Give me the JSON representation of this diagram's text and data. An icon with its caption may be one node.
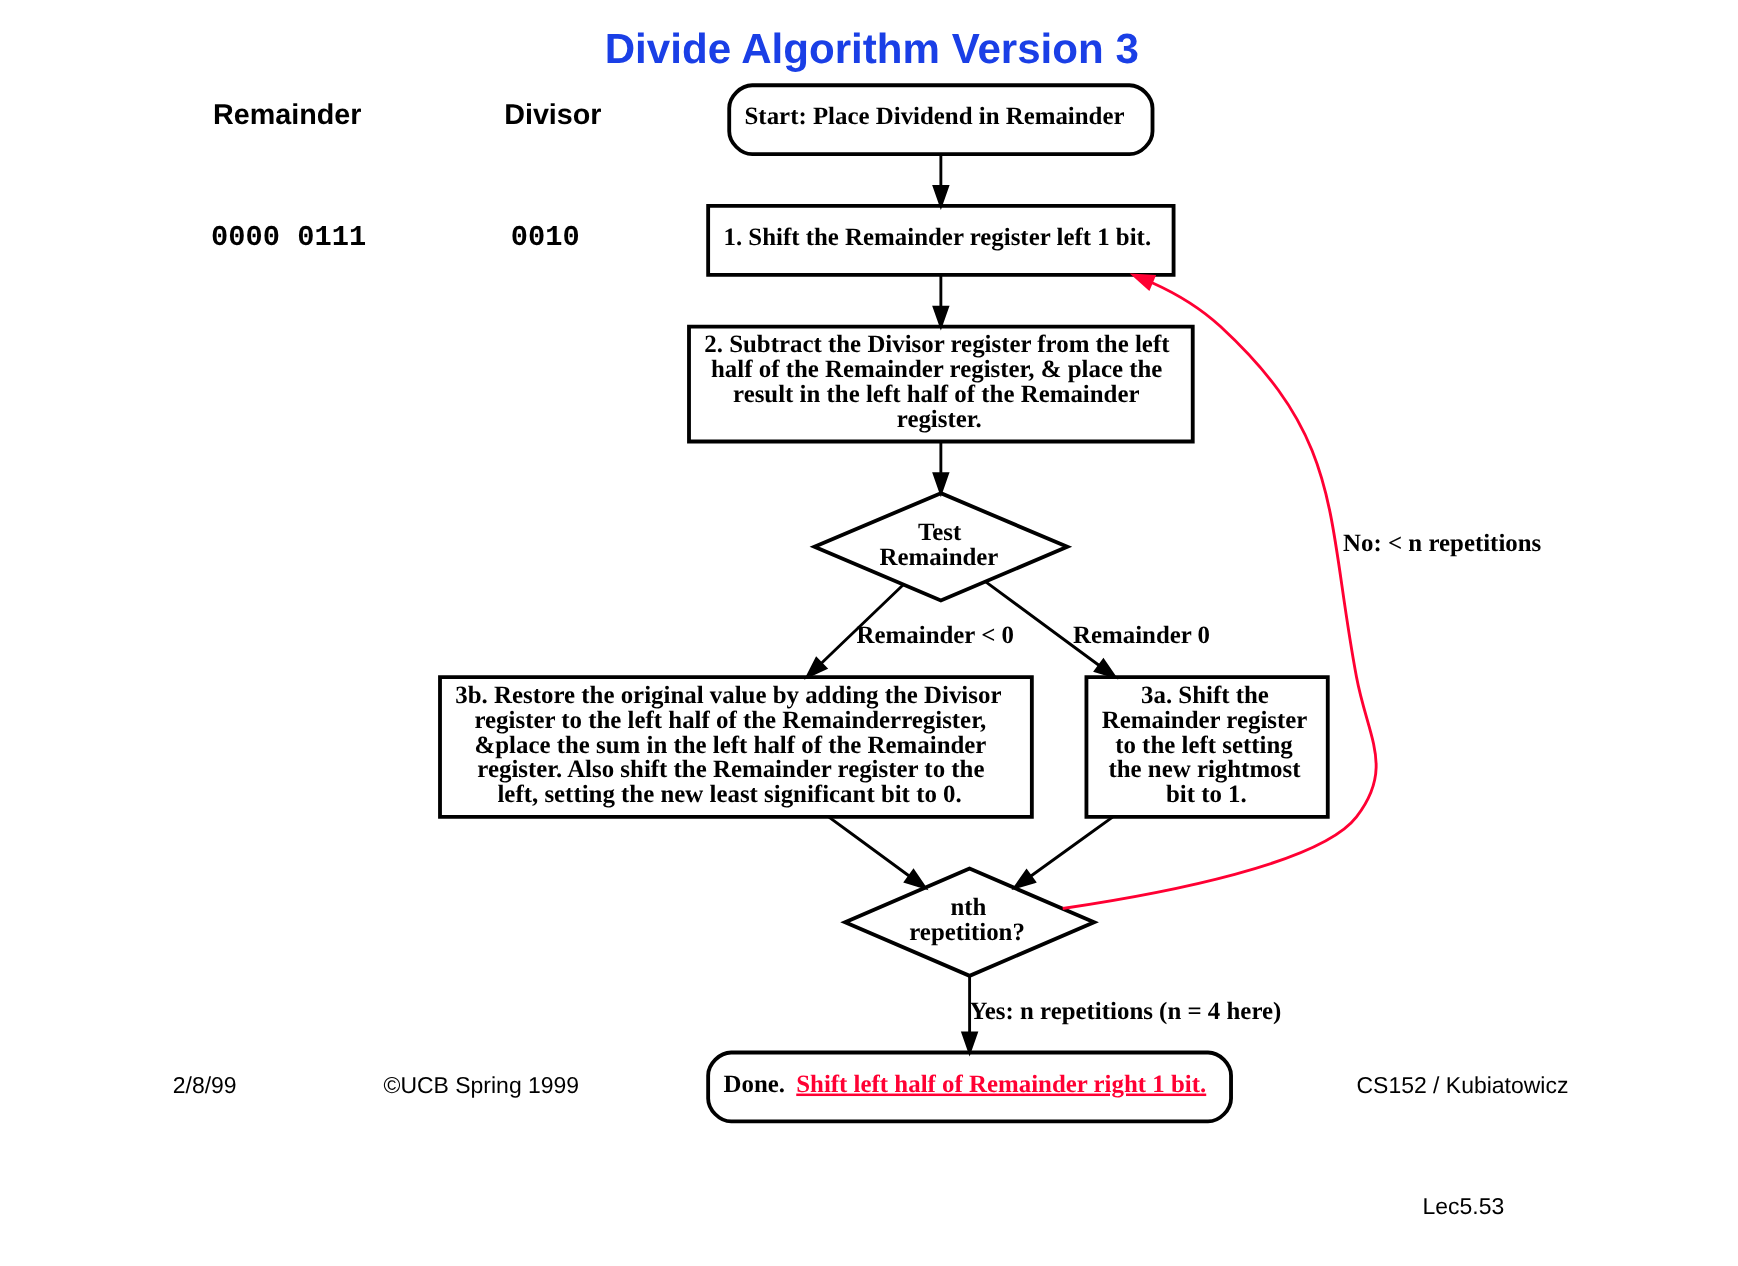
{
  "diagram": {
    "title": "Divide Algorithm Version 3",
    "nodes": [
      {
        "text": [
          "Start: Place Dividend in Remainder"
        ]
      },
      {
        "text": [
          "1. Shift the Remainder register left 1 bit."
        ]
      },
      {
        "text": [
          "2. Subtract the Divisor register from the left half of the Remainder register, & place the result in the left half of the Remainder register."
        ]
      },
      {
        "text": [
          "Test Remainder"
        ]
      },
      {
        "text": [
          "3a. Shift the Remainder register to the left setting the new rightmost bit to 1."
        ]
      },
      {
        "text": [
          "3b. Restore the original value by adding the Divisor register to the left half of the Remainderregister, &place the sum in the left half of the Remainder register. Also shift the Remainder register to the left, setting the new least significant bit to 0."
        ]
      },
      {
        "text": [
          "nth repetition?"
        ]
      },
      {
        "text": [
          "Done.",
          "Shift left half of Remainder right 1 bit."
        ]
      }
    ],
    "edges": [
      {
        "from": 0,
        "to": 1,
        "arrow": "to"
      },
      {
        "from": 1,
        "to": 2,
        "arrow": "to"
      },
      {
        "from": 2,
        "to": 3,
        "arrow": "to"
      },
      {
        "from": 3,
        "to": 4,
        "arrow": "to",
        "label": "Remainder 0"
      },
      {
        "from": 3,
        "to": 5,
        "arrow": "to",
        "label": "Remainder < 0"
      },
      {
        "from": 4,
        "to": 6,
        "arrow": "to"
      },
      {
        "from": 5,
        "to": 6,
        "arrow": "to"
      },
      {
        "from": 6,
        "to": 1,
        "arrow": "to",
        "label": "No: < n repetitions",
        "color": "#ff0033"
      },
      {
        "from": 6,
        "to": 7,
        "arrow": "to",
        "label": "Yes: n repetitions (n = 4 here)"
      }
    ],
    "labels": [
      "Remainder",
      "Divisor",
      "0000 0111",
      "0010",
      "2/8/99",
      "©UCB Spring 1999",
      "CS152 / Kubiatowicz",
      "Lec5.53"
    ]
  }
}
